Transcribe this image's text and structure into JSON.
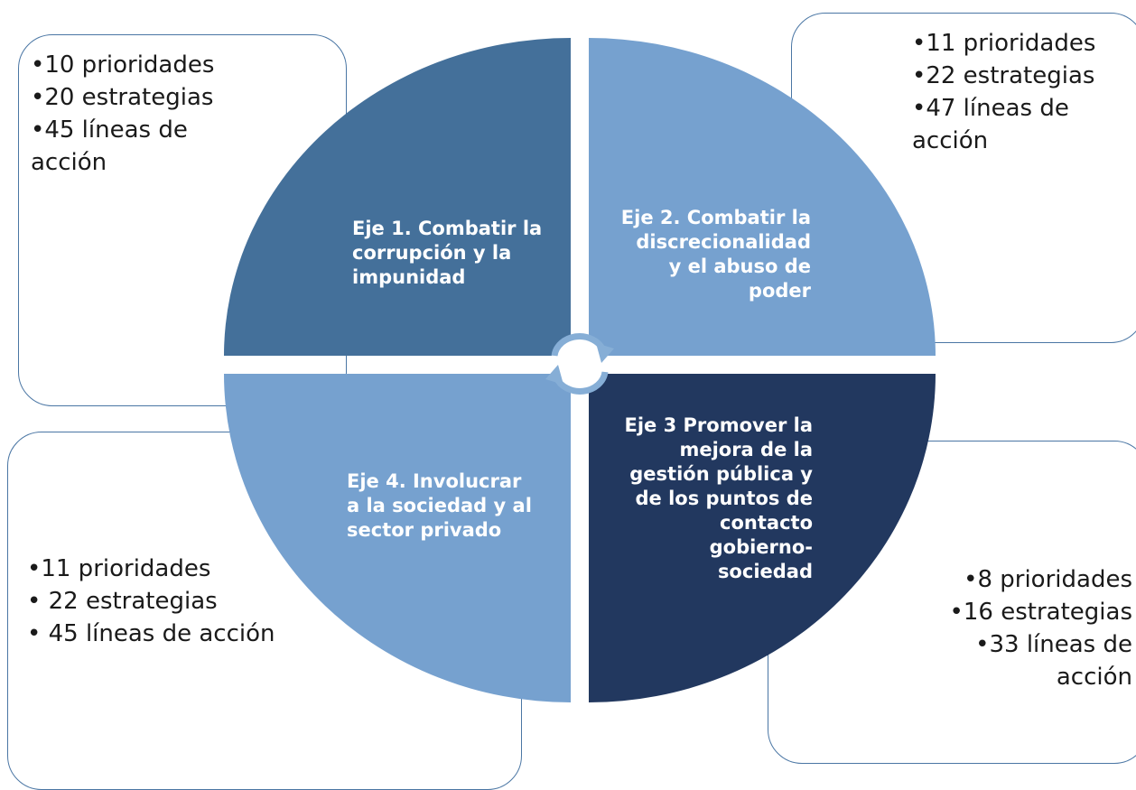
{
  "colors": {
    "axis1": "#44709a",
    "axis2": "#76a1cf",
    "axis3": "#22385f",
    "axis4": "#76a1cf",
    "box_border": "#4a76a4",
    "cycle_arrow": "#86aed6"
  },
  "axes": [
    {
      "label": "Eje 1. Combatir la corrupción y la impunidad",
      "lines": [
        "Eje 1. Combatir la",
        "corrupción y la",
        "impunidad"
      ],
      "stats": [
        "•10 prioridades",
        "•20 estrategias",
        "•45 líneas de",
        " acción"
      ]
    },
    {
      "label": "Eje 2. Combatir la discrecionalidad y el abuso de poder",
      "lines": [
        "Eje 2. Combatir la",
        "discrecionalidad",
        "y el abuso de",
        "poder"
      ],
      "stats": [
        "•11 prioridades",
        "•22 estrategias",
        "•47 líneas de",
        " acción"
      ]
    },
    {
      "label": "Eje 3 Promover la mejora de la gestión pública y de los puntos de contacto gobierno-sociedad",
      "lines": [
        "Eje 3 Promover la",
        "mejora de la",
        "gestión pública y",
        "de los puntos de",
        "contacto",
        "gobierno-",
        "sociedad"
      ],
      "stats": [
        "•8 prioridades",
        "•16 estrategias",
        "•33 líneas de",
        "acción"
      ]
    },
    {
      "label": "Eje 4. Involucrar a la sociedad y al sector privado",
      "lines": [
        "Eje 4.  Involucrar",
        "a la sociedad y al",
        "sector privado"
      ],
      "stats": [
        "•11 prioridades",
        "• 22 estrategias",
        "• 45 líneas de acción"
      ]
    }
  ],
  "center_icon": "cycle-arrows-icon"
}
